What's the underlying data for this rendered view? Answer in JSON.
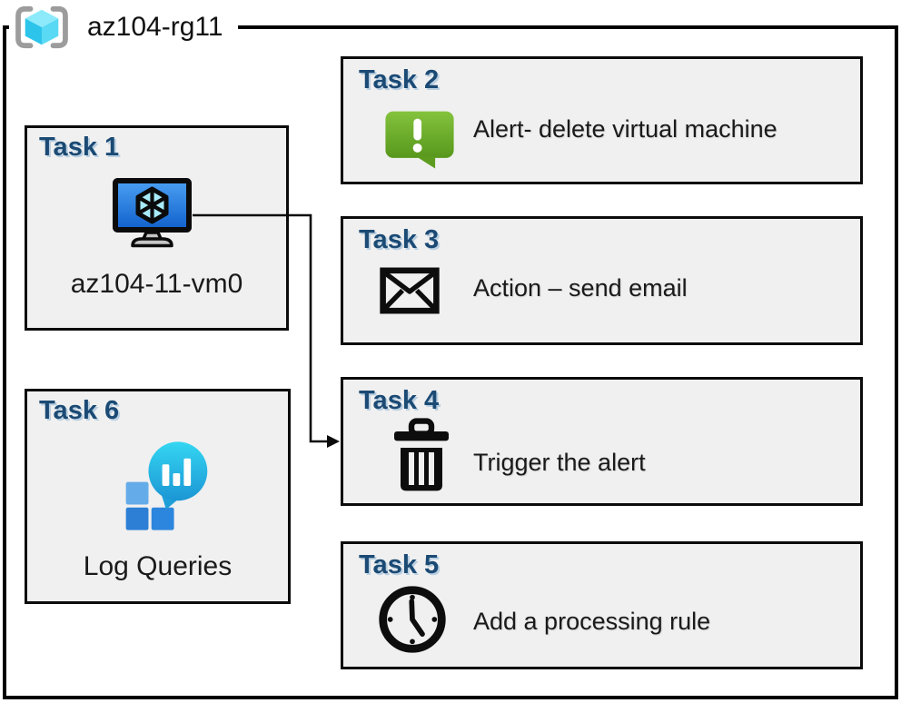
{
  "resource_group": {
    "name": "az104-rg11"
  },
  "tasks": [
    {
      "header": "Task 1",
      "label": "az104-11-vm0",
      "icon": "virtual-machine-icon"
    },
    {
      "header": "Task 2",
      "label": "Alert- delete virtual machine",
      "icon": "alert-icon"
    },
    {
      "header": "Task 3",
      "label": "Action – send email",
      "icon": "email-icon"
    },
    {
      "header": "Task 4",
      "label": "Trigger the alert",
      "icon": "trash-icon"
    },
    {
      "header": "Task 5",
      "label": "Add a processing rule",
      "icon": "clock-icon"
    },
    {
      "header": "Task 6",
      "label": "Log Queries",
      "icon": "log-queries-icon"
    }
  ],
  "connector": {
    "from": "task-1-vm",
    "to": "task-4-box",
    "style": "elbow-arrow"
  },
  "colors": {
    "task_header": "#1b4a74",
    "box_fill": "#f0f0f0",
    "border": "#000000",
    "alert_green_top": "#84c33d",
    "alert_green_bottom": "#57971c",
    "screen_blue_top": "#4aa0f2",
    "screen_blue_bottom": "#1160cc",
    "log_bubble_top": "#35d6f2",
    "log_bubble_bottom": "#1b96d4",
    "log_square_light": "#64abe9",
    "log_square_dark": "#2d7fd5",
    "rg_cube_top": "#8deafa",
    "rg_cube_left": "#2cc4ea",
    "rg_cube_right": "#5ad9f4",
    "rg_bracket_gray": "#9c9c9c"
  }
}
